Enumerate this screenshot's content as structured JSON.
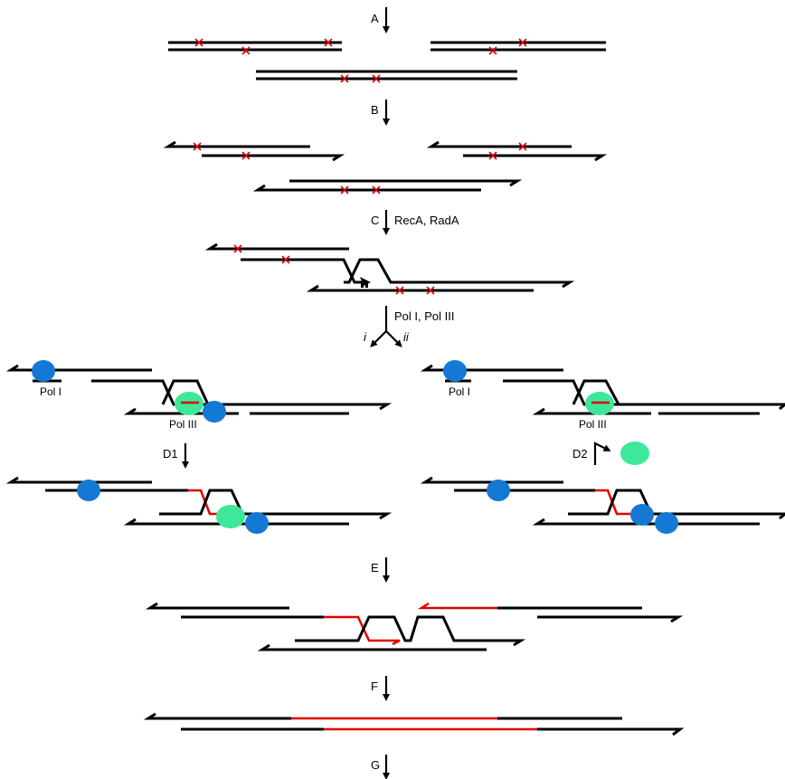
{
  "colors": {
    "dna": "#000000",
    "new_strand": "#e00000",
    "mismatch_mark": "#e00000",
    "pol_i": "#1479d4",
    "pol_iii": "#3ee89a",
    "background": "#ffffff"
  },
  "steps": {
    "a": "A",
    "b": "B",
    "c": "C",
    "c_note": "RecA, RadA",
    "poly": "Pol I, Pol III",
    "branch_i": "i",
    "branch_ii": "ii",
    "d1": "D1",
    "d2": "D2",
    "e": "E",
    "f": "F",
    "g": "G"
  },
  "labels": {
    "pol_i": "Pol I",
    "pol_iii": "Pol III"
  },
  "marks": {
    "mismatch": "×"
  }
}
